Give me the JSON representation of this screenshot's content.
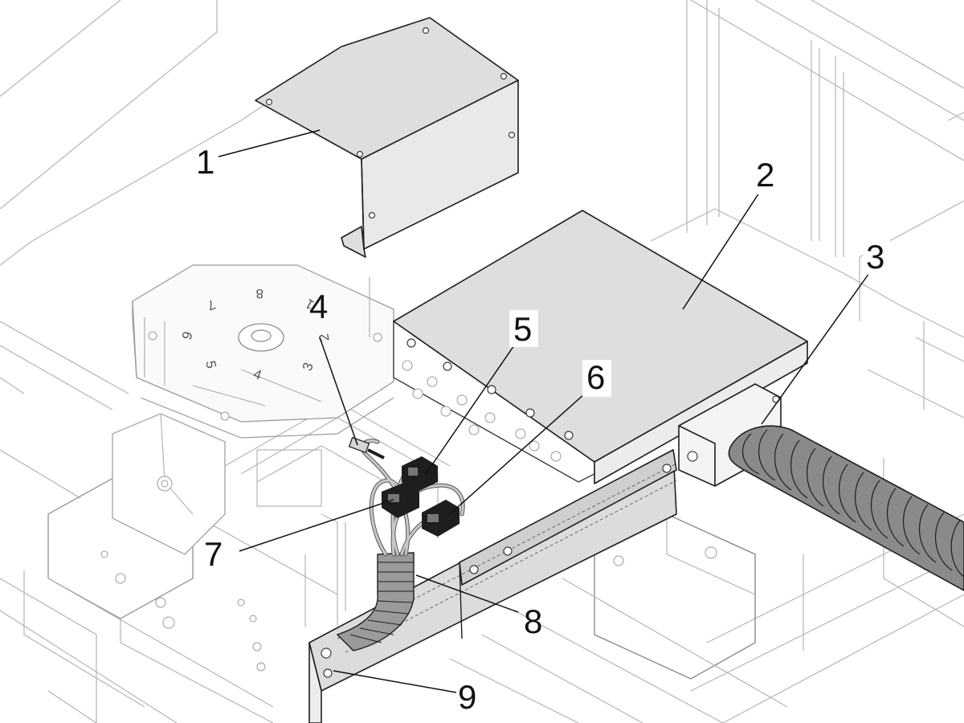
{
  "callouts": [
    {
      "id": "1",
      "label": "1"
    },
    {
      "id": "2",
      "label": "2"
    },
    {
      "id": "3",
      "label": "3"
    },
    {
      "id": "4",
      "label": "4"
    },
    {
      "id": "5",
      "label": "5"
    },
    {
      "id": "6",
      "label": "6"
    },
    {
      "id": "7",
      "label": "7"
    },
    {
      "id": "8",
      "label": "8"
    },
    {
      "id": "9",
      "label": "9"
    }
  ],
  "turntable_numbers": [
    "8",
    "7",
    "6",
    "5",
    "4",
    "3",
    "2",
    "1"
  ],
  "colors": {
    "line": "#1e1e1e",
    "background_line": "#b4b4b4",
    "cover_fill": "#dedede",
    "cover_fill_light": "#e9e9e9",
    "hose_fill": "#8a8a8a",
    "harness_fill": "#c8c8c8"
  }
}
